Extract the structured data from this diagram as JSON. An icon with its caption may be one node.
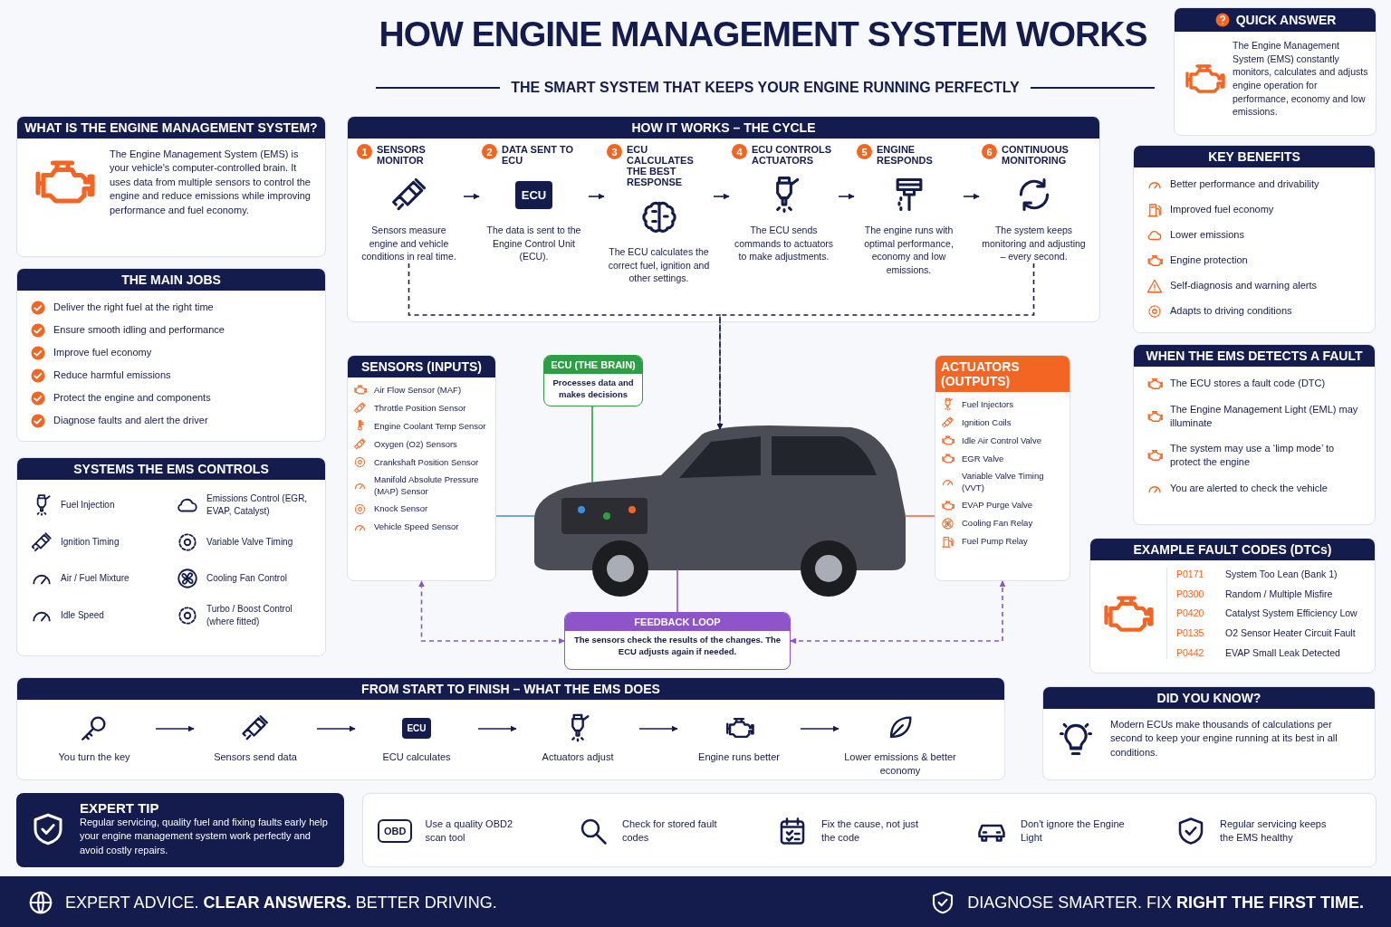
{
  "diagram": {
    "title": "HOW **ENGINE MANAGEMENT** SYSTEM WORKS",
    "nodes": [
      {
        "text": [
          "QUICK ANSWER",
          "The Engine Management System (EMS) constantly monitors, calculates and adjusts engine operation for performance, economy and low emissions."
        ]
      },
      {
        "text": [
          "WHAT IS THE ENGINE MANAGEMENT SYSTEM?",
          "The Engine Management System (EMS) is your vehicle's computer-controlled brain. It uses data from multiple sensors to control the engine and reduce emissions while improving performance and fuel economy."
        ]
      },
      {
        "text": [
          "THE MAIN JOBS",
          "Deliver the right fuel at the right time",
          "Ensure smooth idling and performance",
          "Improve fuel economy",
          "Reduce harmful emissions",
          "Protect the engine and components",
          "Diagnose faults and alert the driver"
        ]
      },
      {
        "text": [
          "SYSTEMS THE EMS CONTROLS",
          "Fuel Injection",
          "Emissions Control (EGR, EVAP, Catalyst)",
          "Ignition Timing",
          "Variable Valve Timing",
          "Air / Fuel Mixture",
          "Cooling Fan Control",
          "Idle Speed",
          "Turbo / Boost Control (where fitted)"
        ]
      },
      {
        "text": [
          "HOW IT WORKS – THE CYCLE"
        ]
      },
      {
        "text": [
          "1",
          "SENSORS MONITOR",
          "Sensors measure engine and vehicle conditions in real time."
        ],
        "in": 4
      },
      {
        "text": [
          "2",
          "DATA SENT TO ECU",
          "ECU",
          "The data is sent to the Engine Control Unit (ECU)."
        ],
        "in": 4
      },
      {
        "text": [
          "3",
          "ECU CALCULATES THE BEST RESPONSE",
          "The ECU calculates the correct fuel, ignition and other settings."
        ],
        "in": 4
      },
      {
        "text": [
          "4",
          "ECU CONTROLS ACTUATORS",
          "The ECU sends commands to actuators to make adjustments."
        ],
        "in": 4
      },
      {
        "text": [
          "5",
          "ENGINE RESPONDS",
          "The engine runs with optimal performance, economy and low emissions."
        ],
        "in": 4
      },
      {
        "text": [
          "6",
          "CONTINUOUS MONITORING",
          "The system keeps monitoring and adjusting – every second."
        ],
        "in": 4
      },
      {
        "text": [
          "SENSORS (INPUTS)",
          "Air Flow Sensor (MAF)",
          "Throttle Position Sensor",
          "Engine Coolant Temp Sensor",
          "Oxygen (O2) Sensors",
          "Crankshaft Position Sensor",
          "Manifold Absolute Pressure (MAP) Sensor",
          "Knock Sensor",
          "Vehicle Speed Sensor"
        ]
      },
      {
        "text": [
          "ECU (THE BRAIN)",
          "Processes data and makes decisions"
        ]
      },
      {
        "text": [],
        "shape": "picture"
      },
      {
        "text": [
          "ACTUATORS (OUTPUTS)",
          "Fuel Injectors",
          "Ignition Coils",
          "Idle Air Control Valve",
          "EGR Valve",
          "Variable Valve Timing (VVT)",
          "EVAP Purge Valve",
          "Cooling Fan Relay",
          "Fuel Pump Relay"
        ]
      },
      {
        "text": [
          "FEEDBACK LOOP",
          "The sensors check the results of the changes. The ECU adjusts again if needed."
        ]
      },
      {
        "text": [
          "KEY BENEFITS",
          "Better performance and drivability",
          "Improved fuel economy",
          "Lower emissions",
          "Engine protection",
          "Self-diagnosis and warning alerts",
          "Adapts to driving conditions"
        ]
      },
      {
        "text": [
          "WHEN THE EMS DETECTS A FAULT",
          "The ECU stores a fault code (DTC)",
          "The Engine Management Light (EML) may illuminate",
          "The system may use a ‘limp mode’ to protect the engine",
          "You are alerted to check the vehicle"
        ]
      },
      {
        "text": [
          "EXAMPLE FAULT CODES (DTCs)",
          "P0171",
          "System Too Lean (Bank 1)",
          "P0300",
          "Random / Multiple Misfire",
          "P0420",
          "Catalyst System Efficiency Low",
          "P0135",
          "O2 Sensor Heater Circuit Fault",
          "P0442",
          "EVAP Small Leak Detected"
        ]
      },
      {
        "text": [
          "FROM START TO FINISH – WHAT THE EMS DOES"
        ]
      },
      {
        "text": [
          "You turn the key"
        ],
        "in": 19
      },
      {
        "text": [
          "Sensors send data"
        ],
        "in": 19
      },
      {
        "text": [
          "ECU",
          "ECU calculates"
        ],
        "in": 19
      },
      {
        "text": [
          "Actuators adjust"
        ],
        "in": 19
      },
      {
        "text": [
          "Engine runs better"
        ],
        "in": 19
      },
      {
        "text": [
          "Lower emissions & better economy"
        ],
        "in": 19
      },
      {
        "text": [
          "DID YOU KNOW?",
          "Modern ECUs make thousands of calculations per second to keep your engine running at its best in all conditions."
        ]
      },
      {
        "text": [
          "EXPERT TIP",
          "Regular servicing, quality fuel and fixing faults early help your engine management system work perfectly and avoid costly repairs."
        ]
      },
      {
        "text": [],
        "shape": "box"
      },
      {
        "text": [
          "OBD",
          "Use a quality OBD2 scan tool"
        ],
        "in": 28
      },
      {
        "text": [
          "Check for stored fault codes"
        ],
        "in": 28
      },
      {
        "text": [
          "Fix the cause, not just the code"
        ],
        "in": 28
      },
      {
        "text": [
          "Don't ignore the Engine Light"
        ],
        "in": 28
      },
      {
        "text": [
          "Regular servicing keeps the EMS healthy"
        ],
        "in": 28
      },
      {
        "text": [
          "EXPERT ADVICE. **CLEAR ANSWERS.** BETTER DRIVING.",
          "DIAGNOSE SMARTER. FIX **RIGHT THE FIRST TIME.**"
        ]
      }
    ],
    "edges": [
      {
        "from": 5,
        "to": 6,
        "arrow": "to"
      },
      {
        "from": 6,
        "to": 7,
        "arrow": "to"
      },
      {
        "from": 7,
        "to": 8,
        "arrow": "to"
      },
      {
        "from": 8,
        "to": 9,
        "arrow": "to"
      },
      {
        "from": 9,
        "to": 10,
        "arrow": "to"
      },
      {
        "from": 5,
        "to": 13,
        "arrow": "to",
        "style": "dashed"
      },
      {
        "from": 10,
        "to": 13,
        "arrow": "to",
        "style": "dashed"
      },
      {
        "from": 11,
        "to": 13,
        "arrow": "none",
        "color": "#3a8fd6"
      },
      {
        "from": 12,
        "to": 13,
        "arrow": "none",
        "color": "#2e9e44"
      },
      {
        "from": 14,
        "to": 13,
        "arrow": "none",
        "color": "#f26522"
      },
      {
        "from": 15,
        "to": 13,
        "arrow": "none",
        "color": "#8e54c9"
      },
      {
        "from": 15,
        "to": 11,
        "arrow": "both",
        "style": "dashed",
        "color": "#8e54c9"
      },
      {
        "from": 15,
        "to": 14,
        "arrow": "both",
        "style": "dashed",
        "color": "#8e54c9"
      },
      {
        "from": 20,
        "to": 21,
        "arrow": "to"
      },
      {
        "from": 21,
        "to": 22,
        "arrow": "to"
      },
      {
        "from": 22,
        "to": 23,
        "arrow": "to"
      },
      {
        "from": 23,
        "to": 24,
        "arrow": "to"
      },
      {
        "from": 24,
        "to": 25,
        "arrow": "to"
      }
    ],
    "labels": [
      "THE SMART SYSTEM THAT KEEPS YOUR ENGINE RUNNING PERFECTLY"
    ]
  }
}
